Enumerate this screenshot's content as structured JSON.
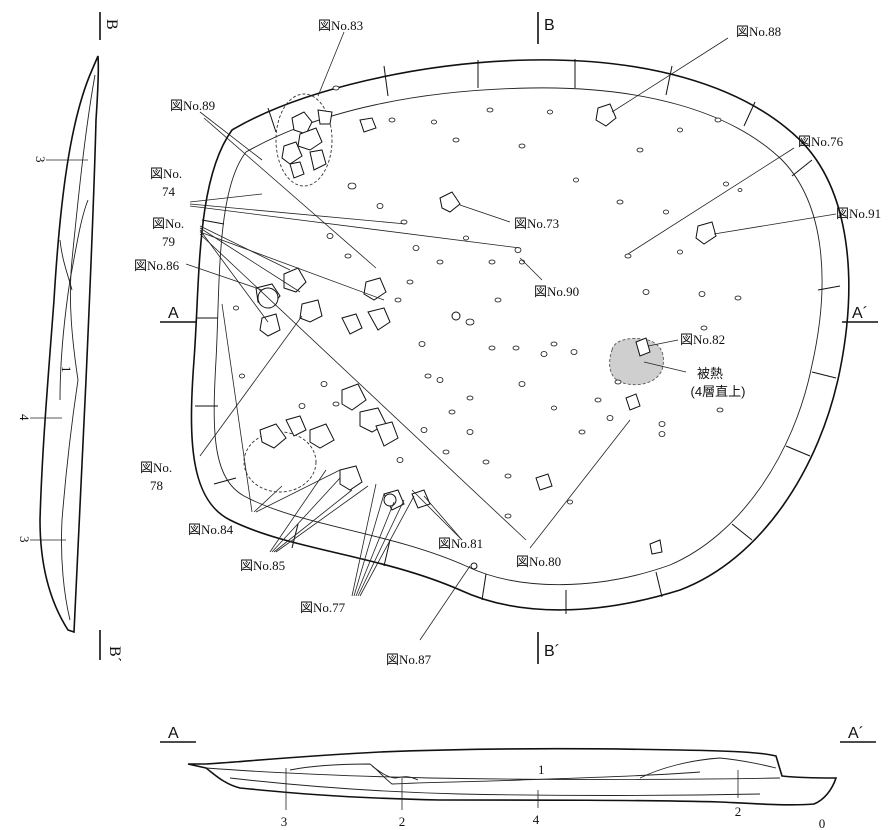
{
  "section_labels": {
    "A": "A",
    "A_prime": "A´",
    "B": "B",
    "B_prime": "B´"
  },
  "figure_refs": {
    "n73": "図No.73",
    "n74_line1": "図No.",
    "n74_line2": "74",
    "n76": "図No.76",
    "n77": "図No.77",
    "n78_line1": "図No.",
    "n78_line2": "78",
    "n79_line1": "図No.",
    "n79_line2": "79",
    "n80": "図No.80",
    "n81": "図No.81",
    "n82": "図No.82",
    "n83": "図No.83",
    "n84": "図No.84",
    "n85": "図No.85",
    "n86": "図No.86",
    "n87": "図No.87",
    "n88": "図No.88",
    "n89": "図No.89",
    "n90": "図No.90",
    "n91": "図No.91"
  },
  "burnt_area": {
    "line1": "被熱",
    "line2": "(4層直上)",
    "fill_color": "#cfcfcf"
  },
  "profile_bb": {
    "layers": [
      "3",
      "1",
      "4",
      "3"
    ]
  },
  "profile_aa": {
    "layers": [
      "1",
      "3",
      "2",
      "4",
      "2",
      "0"
    ]
  },
  "colors": {
    "ink": "#111111",
    "paper": "#ffffff"
  }
}
